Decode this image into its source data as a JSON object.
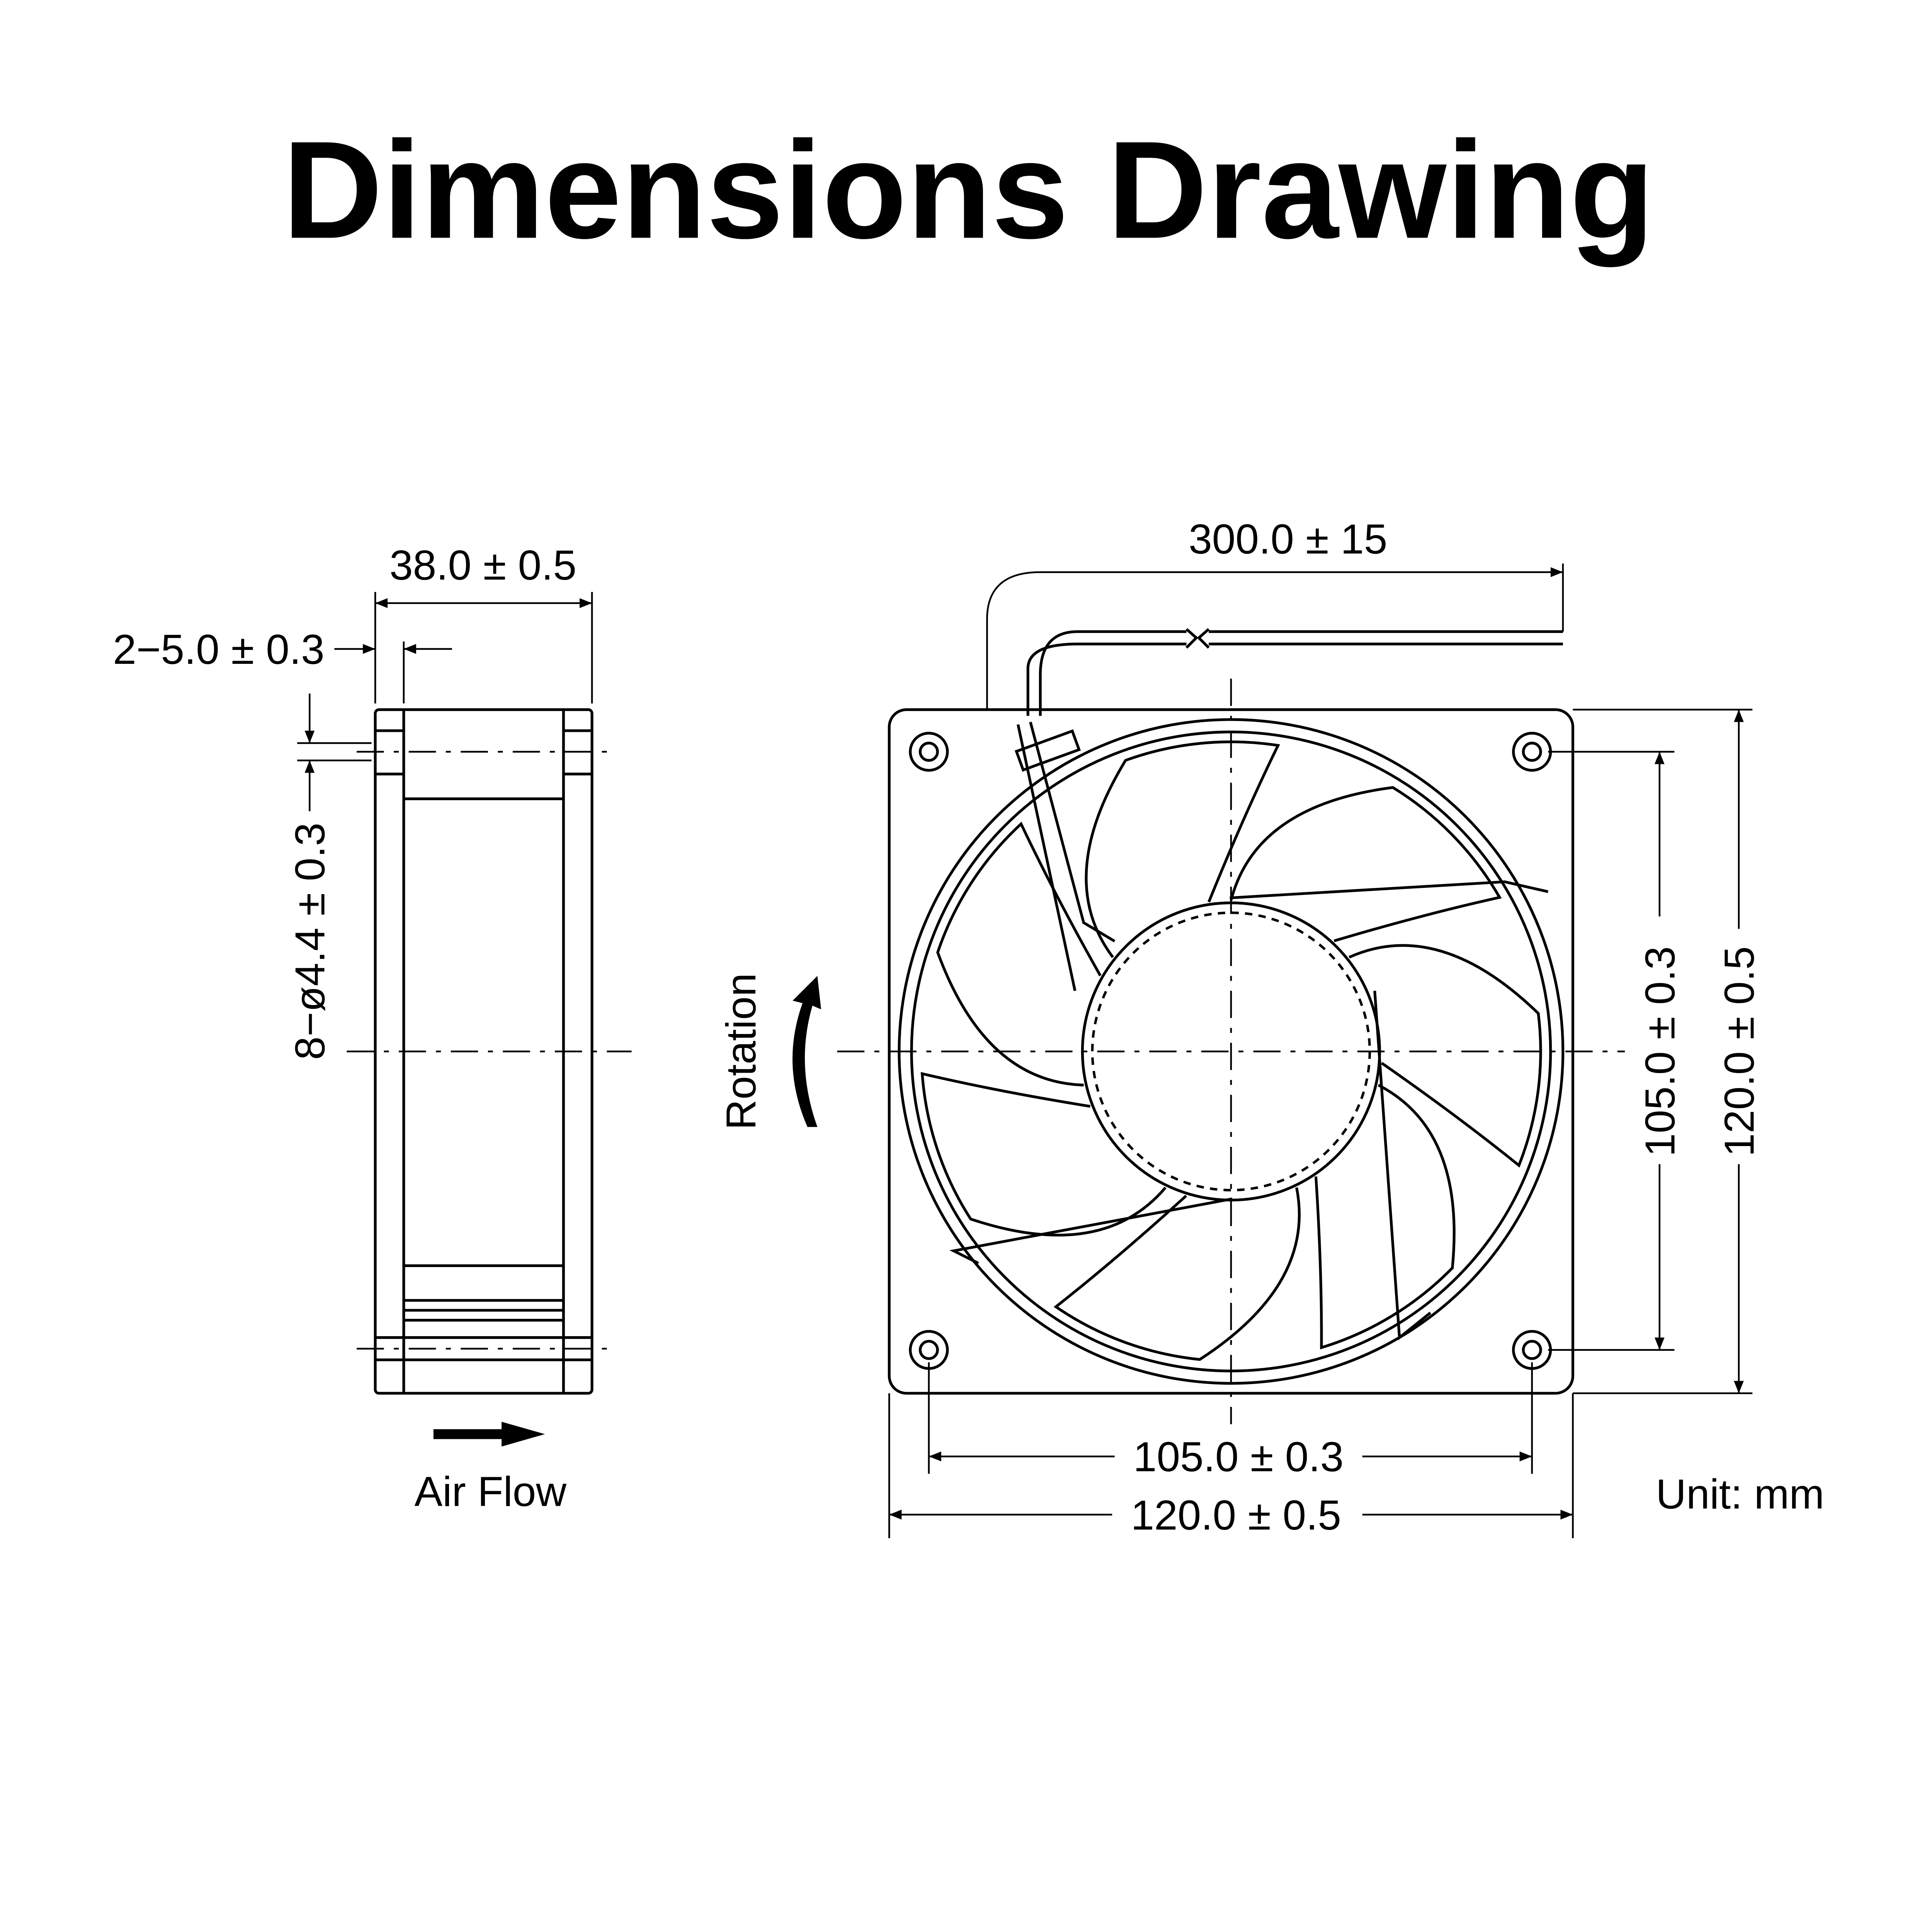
{
  "title": "Dimensions Drawing",
  "side_view": {
    "depth": "38.0 ± 0.5",
    "flange_thickness": "2−5.0 ± 0.3",
    "mount_holes": "8−ø4.4 ± 0.3",
    "airflow_label": "Air Flow"
  },
  "front_view": {
    "cable_length": "300.0 ± 15",
    "rotation_label": "Rotation",
    "hole_spacing_vertical": "105.0 ± 0.3",
    "frame_height": "120.0 ± 0.5",
    "hole_spacing_horizontal": "105.0 ± 0.3",
    "frame_width": "120.0 ± 0.5"
  },
  "unit": "Unit: mm"
}
